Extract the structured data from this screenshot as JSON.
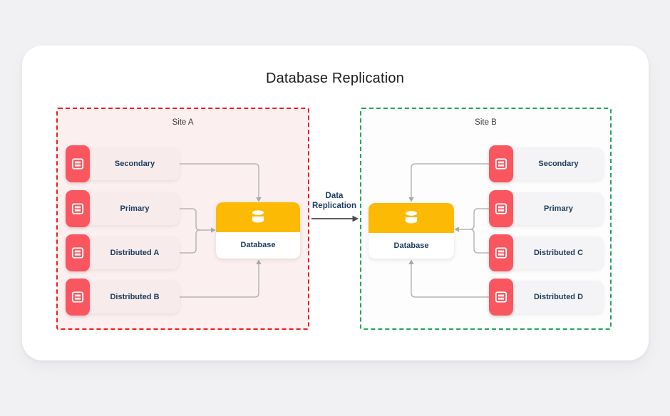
{
  "title": "Database Replication",
  "colors": {
    "accent_red": "#F9565F",
    "accent_yellow": "#FCBA04",
    "label_navy": "#1B3C5E",
    "site_a_border": "#F01D1D",
    "site_a_background": "#FCEFEF",
    "site_b_border": "#21A55E",
    "site_b_background": "#FDFDFD",
    "connector_gray": "#B6B6B6",
    "replication_arrow": "#4A4A4A"
  },
  "replication": {
    "label_line1": "Data",
    "label_line2": "Replication"
  },
  "site_a": {
    "label": "Site A",
    "nodes": [
      {
        "label": "Secondary"
      },
      {
        "label": "Primary"
      },
      {
        "label": "Distributed A"
      },
      {
        "label": "Distributed B"
      }
    ],
    "database": {
      "label": "Database"
    }
  },
  "site_b": {
    "label": "Site B",
    "nodes": [
      {
        "label": "Secondary"
      },
      {
        "label": "Primary"
      },
      {
        "label": "Distributed C"
      },
      {
        "label": "Distributed D"
      }
    ],
    "database": {
      "label": "Database"
    }
  }
}
